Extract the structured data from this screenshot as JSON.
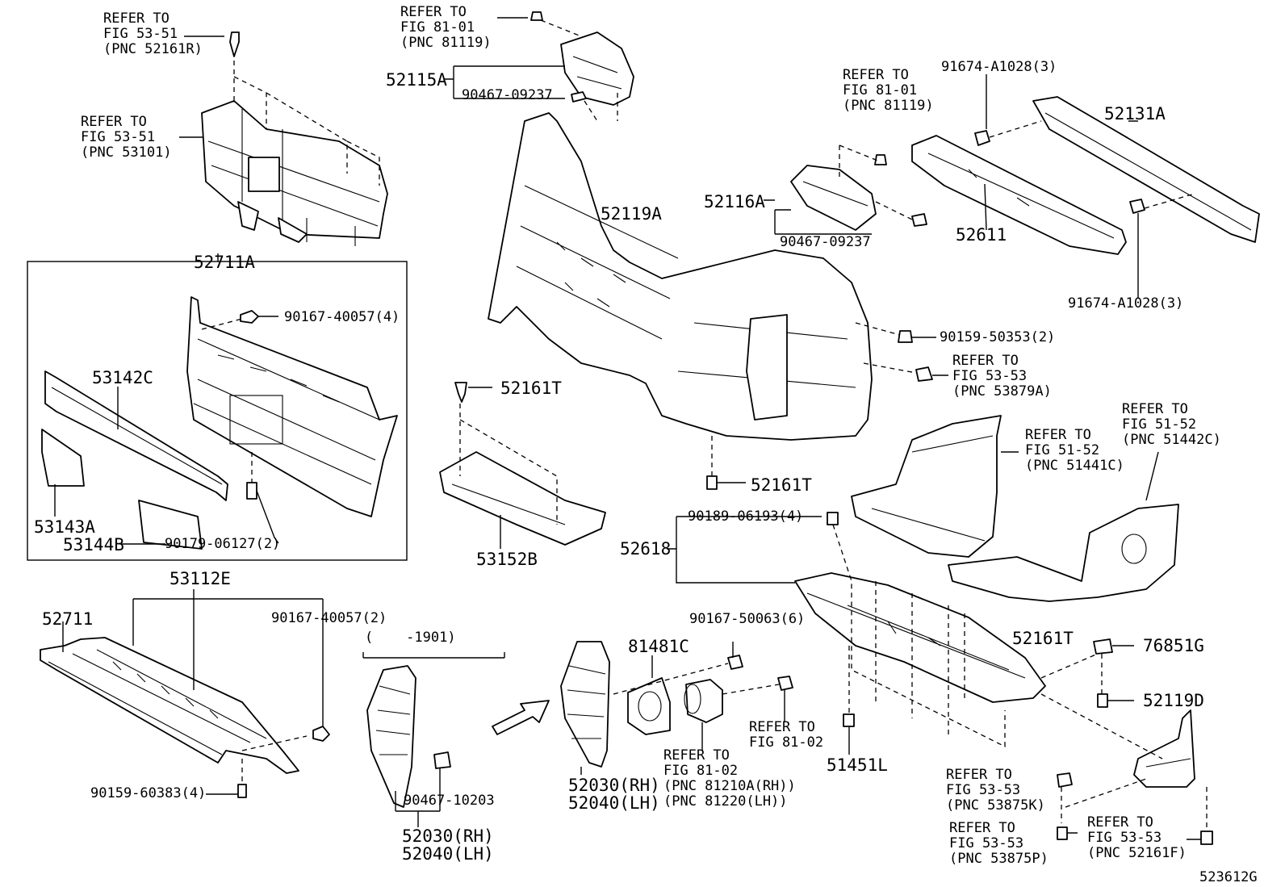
{
  "labels": [
    {
      "id": "refer-53-51-a",
      "lines": [
        "REFER TO",
        "FIG 53-51",
        "(PNC 52161R)"
      ]
    },
    {
      "id": "refer-53-51-b",
      "lines": [
        "REFER TO",
        "FIG 53-51",
        "(PNC 53101)"
      ]
    },
    {
      "id": "refer-81-01-a",
      "lines": [
        "REFER TO",
        "FIG 81-01",
        "(PNC 81119)"
      ]
    },
    {
      "id": "refer-81-01-b",
      "lines": [
        "REFER TO",
        "FIG 81-01",
        "(PNC 81119)"
      ]
    },
    {
      "id": "refer-53-53-a",
      "lines": [
        "REFER TO",
        "FIG 53-53",
        "(PNC 53879A)"
      ]
    },
    {
      "id": "refer-51-52-a",
      "lines": [
        "REFER TO",
        "FIG 51-52",
        "(PNC 51441C)"
      ]
    },
    {
      "id": "refer-51-52-b",
      "lines": [
        "REFER TO",
        "FIG 51-52",
        "(PNC 51442C)"
      ]
    },
    {
      "id": "refer-81-02-a",
      "lines": [
        "REFER TO",
        "FIG 81-02"
      ]
    },
    {
      "id": "refer-81-02-b",
      "lines": [
        "REFER TO",
        "FIG 81-02",
        "(PNC 81210A(RH))",
        "(PNC 81220(LH))"
      ]
    },
    {
      "id": "refer-53-53-b",
      "lines": [
        "REFER TO",
        "FIG 53-53",
        "(PNC 53875K)"
      ]
    },
    {
      "id": "refer-53-53-c",
      "lines": [
        "REFER TO",
        "FIG 53-53",
        "(PNC 53875P)"
      ]
    },
    {
      "id": "refer-53-53-d",
      "lines": [
        "REFER TO",
        "FIG 53-53",
        "(PNC 52161F)"
      ]
    },
    {
      "id": "p-52115a",
      "lines": [
        "52115A"
      ],
      "big": true
    },
    {
      "id": "p-90467-09237-a",
      "lines": [
        "90467-09237"
      ]
    },
    {
      "id": "p-91674-a1028-a",
      "lines": [
        "91674-A1028(3)"
      ]
    },
    {
      "id": "p-52131a",
      "lines": [
        "52131A"
      ],
      "big": true
    },
    {
      "id": "p-52116a",
      "lines": [
        "52116A"
      ],
      "big": true
    },
    {
      "id": "p-90467-09237-b",
      "lines": [
        "90467-09237"
      ]
    },
    {
      "id": "p-52611",
      "lines": [
        "52611"
      ],
      "big": true
    },
    {
      "id": "p-91674-a1028-b",
      "lines": [
        "91674-A1028(3)"
      ]
    },
    {
      "id": "p-52119a",
      "lines": [
        "52119A"
      ],
      "big": true
    },
    {
      "id": "p-52711a",
      "lines": [
        "52711A"
      ],
      "big": true
    },
    {
      "id": "p-90167-40057-4",
      "lines": [
        "90167-40057(4)"
      ]
    },
    {
      "id": "p-90159-50353",
      "lines": [
        "90159-50353(2)"
      ]
    },
    {
      "id": "p-53142c",
      "lines": [
        "53142C"
      ],
      "big": true
    },
    {
      "id": "p-52161t-a",
      "lines": [
        "52161T"
      ],
      "big": true
    },
    {
      "id": "p-52161t-b",
      "lines": [
        "52161T"
      ],
      "big": true
    },
    {
      "id": "p-53143a",
      "lines": [
        "53143A"
      ],
      "big": true
    },
    {
      "id": "p-53144b",
      "lines": [
        "53144B"
      ],
      "big": true
    },
    {
      "id": "p-90179-06127",
      "lines": [
        "90179-06127(2)"
      ]
    },
    {
      "id": "p-53152b",
      "lines": [
        "53152B"
      ],
      "big": true
    },
    {
      "id": "p-90189-06193",
      "lines": [
        "90189-06193(4)"
      ]
    },
    {
      "id": "p-52618",
      "lines": [
        "52618"
      ],
      "big": true
    },
    {
      "id": "p-53112e",
      "lines": [
        "53112E"
      ],
      "big": true
    },
    {
      "id": "p-52711",
      "lines": [
        "52711"
      ],
      "big": true
    },
    {
      "id": "p-90167-40057-2",
      "lines": [
        "90167-40057(2)"
      ]
    },
    {
      "id": "p-1901",
      "lines": [
        "(    -1901)"
      ]
    },
    {
      "id": "p-81481c",
      "lines": [
        "81481C"
      ],
      "big": true
    },
    {
      "id": "p-90167-50063",
      "lines": [
        "90167-50063(6)"
      ]
    },
    {
      "id": "p-52161t-c",
      "lines": [
        "52161T"
      ],
      "big": true
    },
    {
      "id": "p-76851g",
      "lines": [
        "76851G"
      ],
      "big": true
    },
    {
      "id": "p-52119d",
      "lines": [
        "52119D"
      ],
      "big": true
    },
    {
      "id": "p-90159-60383",
      "lines": [
        "90159-60383(4)"
      ]
    },
    {
      "id": "p-90467-10203",
      "lines": [
        "90467-10203"
      ]
    },
    {
      "id": "p-52030-a",
      "lines": [
        "52030(RH)",
        "52040(LH)"
      ],
      "big": true
    },
    {
      "id": "p-52030-b",
      "lines": [
        "52030(RH)",
        "52040(LH)"
      ],
      "big": true
    },
    {
      "id": "p-51451l",
      "lines": [
        "51451L"
      ],
      "big": true
    },
    {
      "id": "p-523612g",
      "lines": [
        "523612G"
      ]
    }
  ]
}
